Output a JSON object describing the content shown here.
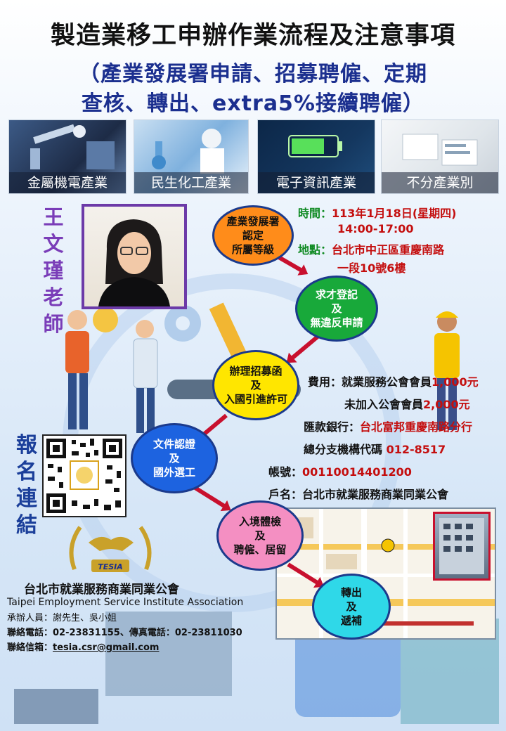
{
  "title": "製造業移工申辦作業流程及注意事項",
  "subtitle_line1": "（產業發展署申請、招募聘僱、定期",
  "subtitle_line2": "查核、轉出、extra5%接續聘僱）",
  "categories": [
    "金屬機電產業",
    "民生化工產業",
    "電子資訊產業",
    "不分產業別"
  ],
  "teacher_name": "王文瑾老師",
  "register_label": "報名連結",
  "steps": [
    {
      "line1": "產業發展署",
      "line2": "認定",
      "line3": "所屬等級"
    },
    {
      "line1": "求才登記",
      "line2": "及",
      "line3": "無違反申請"
    },
    {
      "line1": "辦理招募函",
      "line2": "及",
      "line3": "入國引進許可"
    },
    {
      "line1": "文件認證",
      "line2": "及",
      "line3": "國外選工"
    },
    {
      "line1": "入境體檢",
      "line2": "及",
      "line3": "聘僱、居留"
    },
    {
      "line1": "轉出",
      "line2": "及",
      "line3": "遞補"
    }
  ],
  "event": {
    "time_label": "時間：",
    "time_value": "113年1月18日(星期四)",
    "time_hours": "14:00-17:00",
    "place_label": "地點：",
    "place_value": "台北市中正區重慶南路",
    "place_value2": "一段10號6樓"
  },
  "fee": {
    "label": "費用：",
    "member_text": "就業服務公會會員",
    "member_amount": "1,000元",
    "nonmember_text": "未加入公會會員",
    "nonmember_amount": "2,000元"
  },
  "bank": {
    "label": "匯款銀行：",
    "value": "台北富邦重慶南路分行",
    "code_label": "總分支機構代碼",
    "code_value": "012-8517",
    "account_label": "帳號：",
    "account_value": "00110014401200",
    "holder_label": "戶名：",
    "holder_value": "台北市就業服務商業同業公會"
  },
  "association": {
    "logo_text": "TESIA",
    "name_zh": "台北市就業服務商業同業公會",
    "name_en": "Taipei Employment Service Institute Association",
    "organizer": "承辦人員：謝先生、吳小姐",
    "phone": "聯絡電話：02-23831155、傳真電話：02-23811030",
    "email_label": "聯絡信箱：",
    "email": "tesia.csr@gmail.com"
  },
  "colors": {
    "title": "#111111",
    "subtitle": "#1b2f8f",
    "teacher": "#7a3db8",
    "green": "#0f8a22",
    "red": "#c40e0e",
    "arrow": "#c8102e",
    "step1": "#ff8c1a",
    "step2": "#18a93a",
    "step3": "#ffe600",
    "step4": "#1d63e0",
    "step5": "#f48fc2",
    "step6": "#2fd8e8"
  }
}
